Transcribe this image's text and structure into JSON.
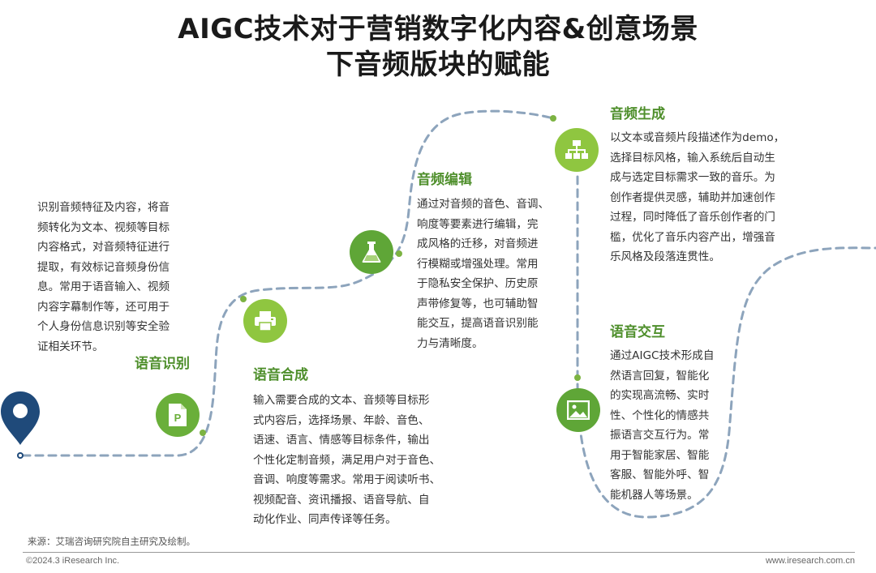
{
  "title": {
    "line1": "AIGC技术对于营销数字化内容&创意场景",
    "line2": "下音频版块的赋能"
  },
  "colors": {
    "path": "#8da4bc",
    "dot": "#7cb342",
    "circle_light": "#8fc640",
    "circle_dark": "#5fa637",
    "pin": "#1f4a7a",
    "heading": "#4f8f2c"
  },
  "sections": {
    "speech_recognition": {
      "heading": "语音识别",
      "icon": "document-icon",
      "lines": [
        "识别音频特征及内容，将音",
        "频转化为文本、视频等目标",
        "内容格式，对音频特征进行",
        "提取，有效标记音频身份信",
        "息。常用于语音输入、视频",
        "内容字幕制作等，还可用于",
        "个人身份信息识别等安全验",
        "证相关环节。"
      ]
    },
    "speech_synthesis": {
      "heading": "语音合成",
      "icon": "printer-icon",
      "lines": [
        "输入需要合成的文本、音频等目标形",
        "式内容后，选择场景、年龄、音色、",
        "语速、语言、情感等目标条件，输出",
        "个性化定制音频，满足用户对于音色、",
        "音调、响度等需求。常用于阅读听书、",
        "视频配音、资讯播报、语音导航、自",
        "动化作业、同声传译等任务。"
      ]
    },
    "audio_editing": {
      "heading": "音频编辑",
      "icon": "flask-icon",
      "lines": [
        "通过对音频的音色、音调、",
        "响度等要素进行编辑，完",
        "成风格的迁移，对音频进",
        "行模糊或增强处理。常用",
        "于隐私安全保护、历史原",
        "声带修复等，也可辅助智",
        "能交互，提高语音识别能",
        "力与清晰度。"
      ]
    },
    "audio_generation": {
      "heading": "音频生成",
      "icon": "sitemap-icon",
      "lines": [
        "以文本或音频片段描述作为demo，",
        "选择目标风格，输入系统后自动生",
        "成与选定目标需求一致的音乐。为",
        "创作者提供灵感，辅助并加速创作",
        "过程，同时降低了音乐创作者的门",
        "槛，优化了音乐内容产出，增强音",
        "乐风格及段落连贯性。"
      ]
    },
    "voice_interaction": {
      "heading": "语音交互",
      "icon": "image-icon",
      "lines": [
        "通过AIGC技术形成自",
        "然语言回复，智能化",
        "的实现高流畅、实时",
        "性、个性化的情感共",
        "振语言交互行为。常",
        "用于智能家居、智能",
        "客服、智能外呼、智",
        "能机器人等场景。"
      ]
    }
  },
  "footer": {
    "source": "来源：艾瑞咨询研究院自主研究及绘制。",
    "copyright": "©2024.3 iResearch Inc.",
    "website": "www.iresearch.com.cn"
  }
}
